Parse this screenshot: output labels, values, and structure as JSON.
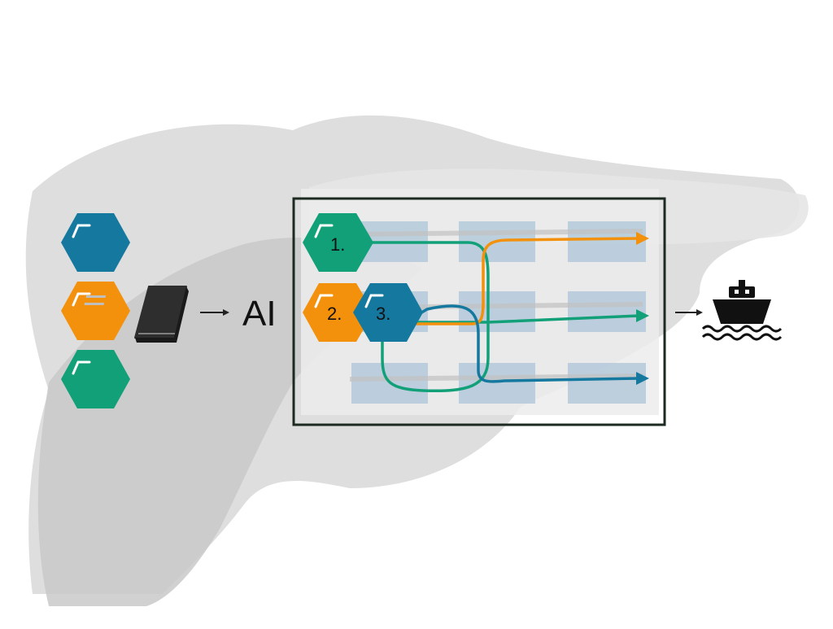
{
  "colors": {
    "blue": "#15799f",
    "orange": "#f3910c",
    "green": "#12a079",
    "cell": "#b8ccdc",
    "panel_border": "#1d2a22",
    "brush_gray": "#d9d9d9",
    "icon_dark": "#2e2e2e",
    "text": "#111111"
  },
  "left_stack": {
    "hexagons": [
      {
        "color": "blue"
      },
      {
        "color": "orange"
      },
      {
        "color": "green"
      }
    ],
    "book_icon": "book-icon"
  },
  "ai_label": "AI",
  "workflow": {
    "steps": [
      {
        "label": "1.",
        "color": "green"
      },
      {
        "label": "2.",
        "color": "orange"
      },
      {
        "label": "3.",
        "color": "blue"
      }
    ],
    "grid": {
      "rows": 3,
      "columns": 3
    },
    "routes": [
      {
        "color": "green"
      },
      {
        "color": "orange"
      },
      {
        "color": "blue"
      }
    ]
  },
  "output_icon": "ship-icon"
}
